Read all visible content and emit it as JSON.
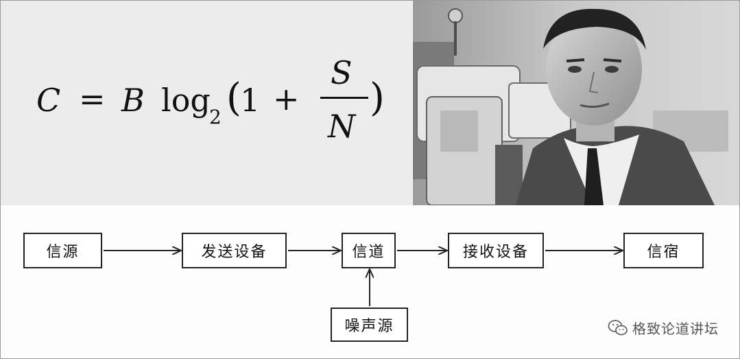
{
  "formula": {
    "C": "C",
    "equals": "=",
    "B": "B",
    "log": "log",
    "log_base": "2",
    "lparen": "(",
    "one": "1",
    "plus": "+",
    "numerator": "S",
    "denominator": "N",
    "rparen": ")"
  },
  "diagram": {
    "source": "信源",
    "transmitter": "发送设备",
    "channel": "信道",
    "receiver": "接收设备",
    "destination": "信宿",
    "noise": "噪声源"
  },
  "watermark": {
    "text": "格致论道讲坛",
    "icon": "wechat-icon"
  }
}
